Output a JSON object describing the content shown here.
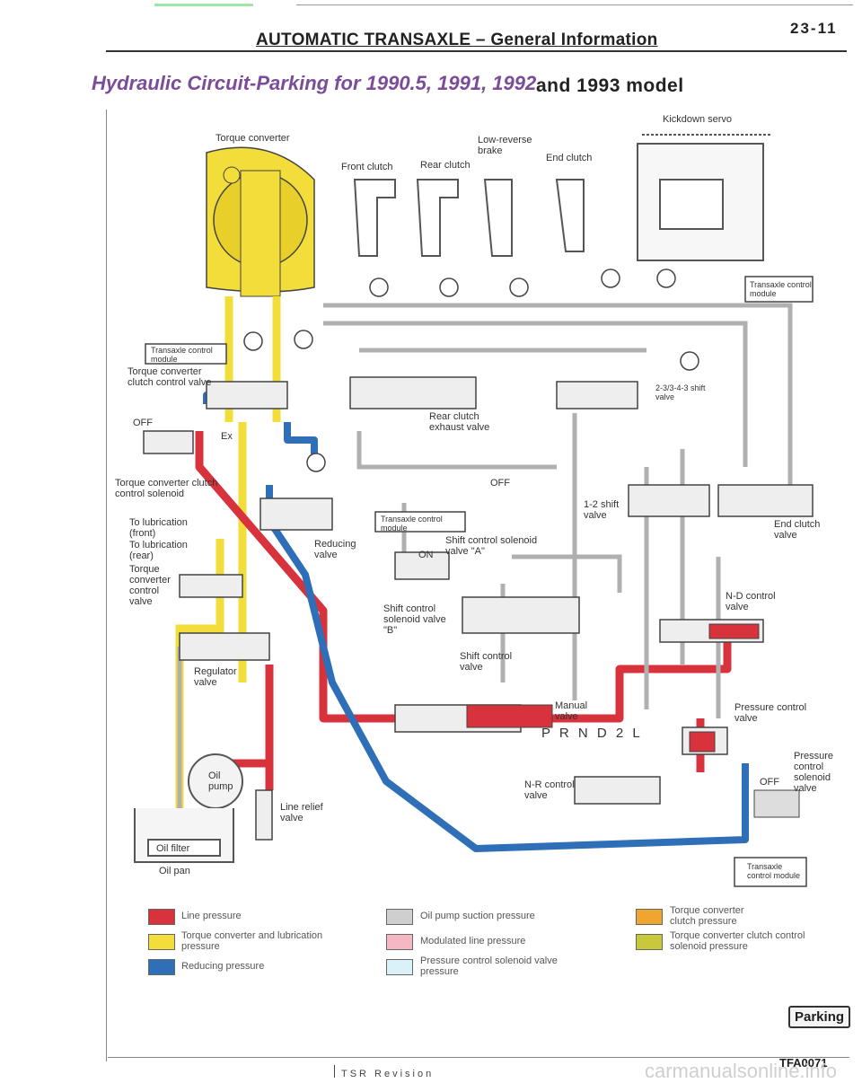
{
  "header": {
    "section_title": "AUTOMATIC TRANSAXLE – General Information",
    "page_number": "23-11"
  },
  "diagram": {
    "title_main": "Hydraulic Circuit-Parking for 1990.5, 1991, 1992",
    "title_suffix": "and 1993 model",
    "labels": {
      "torque_converter": "Torque converter",
      "front_clutch": "Front clutch",
      "rear_clutch": "Rear clutch",
      "low_reverse_brake": "Low-reverse brake",
      "end_clutch_top": "End clutch",
      "kickdown_servo": "Kickdown servo",
      "tcm_top_right": "Transaxle control module",
      "tcm_left": "Transaxle control module",
      "tcc_valve": "Torque converter clutch control valve",
      "off_left": "OFF",
      "tcc_solenoid": "Torque converter clutch control solenoid",
      "lub_front": "To lubrication (front)",
      "lub_rear": "To lubrication (rear)",
      "tc_control_valve": "Torque converter control valve",
      "regulator_valve": "Regulator valve",
      "rear_clutch_exhaust": "Rear clutch exhaust valve",
      "shift_valve_23": "2-3/3-4-3 shift valve",
      "reducing_valve": "Reducing valve",
      "tcm_center": "Transaxle control module",
      "off_center": "OFF",
      "on_center": "ON",
      "solenoid_a": "Shift control solenoid valve \"A\"",
      "solenoid_b": "Shift control solenoid valve \"B\"",
      "shift_control_valve": "Shift control valve",
      "shift_12": "1-2 shift valve",
      "end_clutch_valve": "End clutch valve",
      "nd_control": "N-D control valve",
      "manual_valve": "Manual valve",
      "prnd": "P R N D 2 L",
      "pressure_control_valve": "Pressure control valve",
      "pressure_control_solenoid": "Pressure control solenoid valve",
      "off_right": "OFF",
      "nr_control": "N-R control valve",
      "oil_pump": "Oil pump",
      "line_relief": "Line relief valve",
      "oil_filter": "Oil filter",
      "oil_pan": "Oil pan",
      "tcm_bottom": "Transaxle control module",
      "ex": "Ex"
    }
  },
  "legend": [
    {
      "label": "Line pressure",
      "color": "#d8323c"
    },
    {
      "label": "Torque converter and lubrication pressure",
      "color": "#f2dd3a"
    },
    {
      "label": "Reducing pressure",
      "color": "#2f6fb7"
    },
    {
      "label": "Oil pump suction pressure",
      "color": "#cfcfcf"
    },
    {
      "label": "Modulated line pressure",
      "color": "#f5b8c2"
    },
    {
      "label": "Pressure control solenoid valve pressure",
      "color": "#d9f1f7"
    },
    {
      "label": "Torque converter clutch pressure",
      "color": "#f0a52e"
    },
    {
      "label": "Torque converter clutch control solenoid pressure",
      "color": "#c8c93a"
    }
  ],
  "footer": {
    "badge": "Parking",
    "figure_id": "TFA0071",
    "revision": "TSR Revision",
    "watermark": "carmanualsonline.info"
  }
}
